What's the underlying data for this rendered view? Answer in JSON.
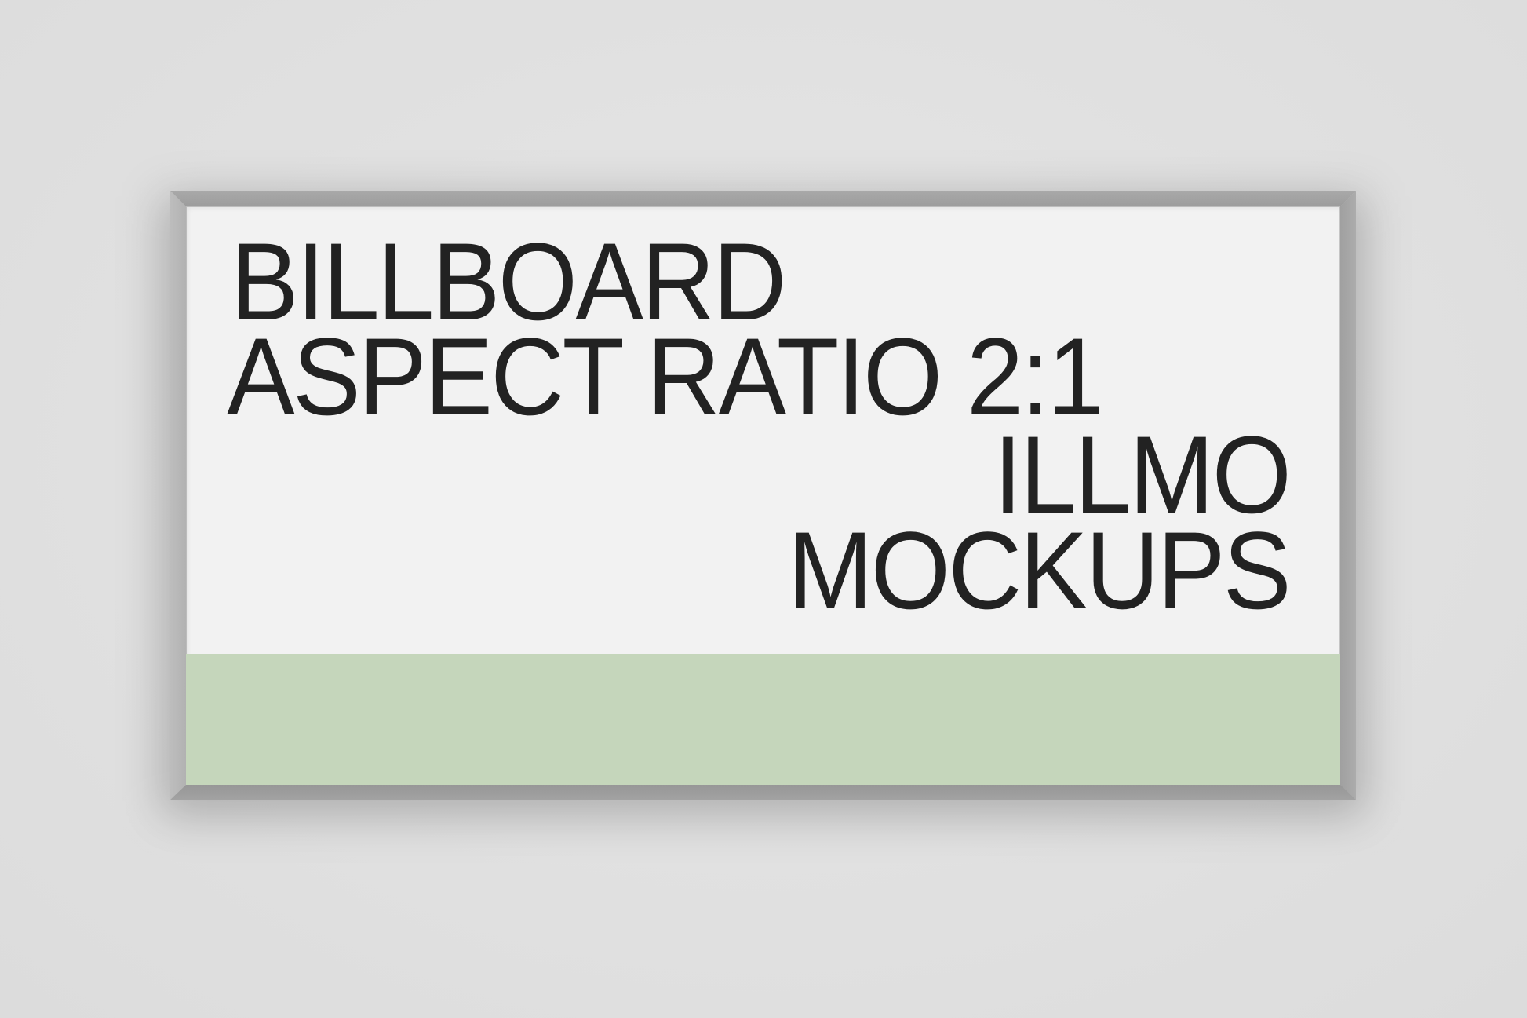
{
  "billboard": {
    "lines": [
      "BILLBOARD",
      "ASPECT RATIO 2:1",
      "ILLMO",
      "MOCKUPS"
    ],
    "colors": {
      "background": "#e1e1e1",
      "frame": "#a4a4a4",
      "poster": "#f2f2f2",
      "text": "#222222",
      "accent_band": "#c5d6bb"
    }
  }
}
